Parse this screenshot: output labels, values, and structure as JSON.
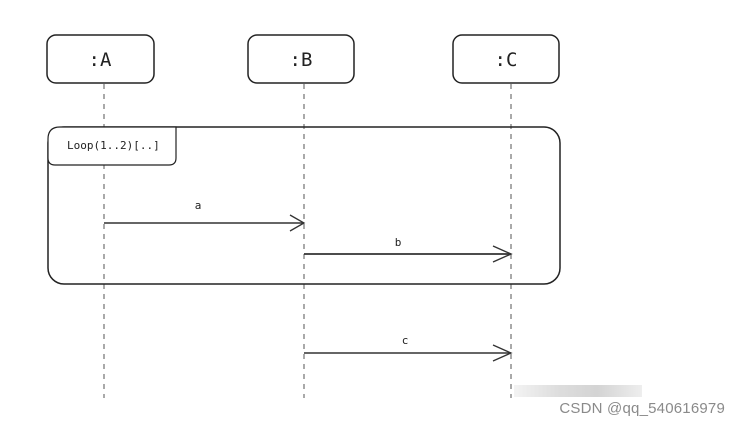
{
  "participants": [
    {
      "id": "A",
      "label": ":A"
    },
    {
      "id": "B",
      "label": ":B"
    },
    {
      "id": "C",
      "label": ":C"
    }
  ],
  "loop": {
    "label": "Loop(1..2)[..]"
  },
  "messages": [
    {
      "label": "a",
      "from": "A",
      "to": "B",
      "in_loop": true
    },
    {
      "label": "b",
      "from": "B",
      "to": "C",
      "in_loop": true
    },
    {
      "label": "c",
      "from": "B",
      "to": "C",
      "in_loop": false
    }
  ],
  "watermark": "CSDN @qq_540616979"
}
